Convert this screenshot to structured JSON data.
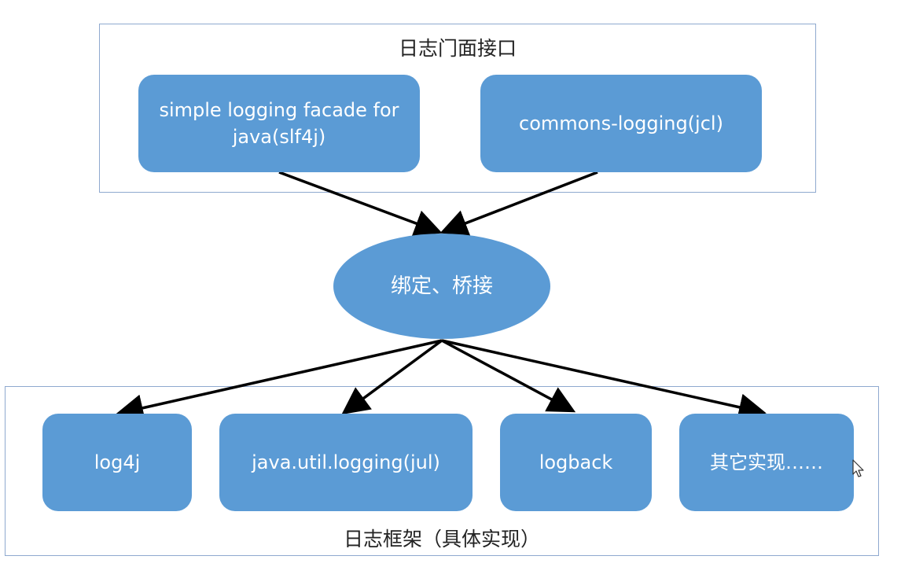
{
  "top_group": {
    "title": "日志门面接口"
  },
  "facades": [
    {
      "label": "simple logging facade for java(slf4j)"
    },
    {
      "label": "commons-logging(jcl)"
    }
  ],
  "bridge": {
    "label": "绑定、桥接"
  },
  "bottom_group": {
    "title": "日志框架（具体实现）"
  },
  "implementations": [
    {
      "label": "log4j"
    },
    {
      "label": "java.util.logging(jul)"
    },
    {
      "label": "logback"
    },
    {
      "label": "其它实现……"
    }
  ],
  "colors": {
    "node_fill": "#5b9bd5",
    "frame_border": "#8fa9cf",
    "arrow": "#000000"
  },
  "icons": {
    "cursor": "mouse-pointer-icon"
  }
}
